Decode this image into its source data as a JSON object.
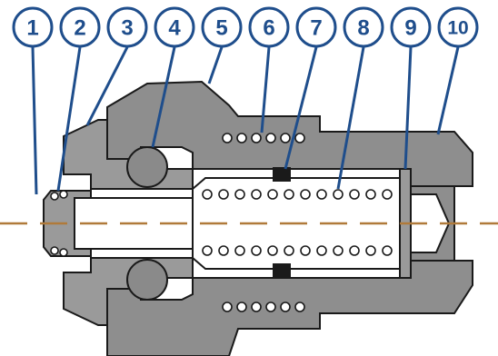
{
  "callouts": [
    {
      "id": 1,
      "label": "1"
    },
    {
      "id": 2,
      "label": "2"
    },
    {
      "id": 3,
      "label": "3"
    },
    {
      "id": 4,
      "label": "4"
    },
    {
      "id": 5,
      "label": "5"
    },
    {
      "id": 6,
      "label": "6"
    },
    {
      "id": 7,
      "label": "7"
    },
    {
      "id": 8,
      "label": "8"
    },
    {
      "id": 9,
      "label": "9"
    },
    {
      "id": 10,
      "label": "10"
    }
  ],
  "colors": {
    "callout": "#1f4e8c",
    "body": "#8e8e8e",
    "outline": "#1a1a1a",
    "centerline": "#b07a3a"
  }
}
